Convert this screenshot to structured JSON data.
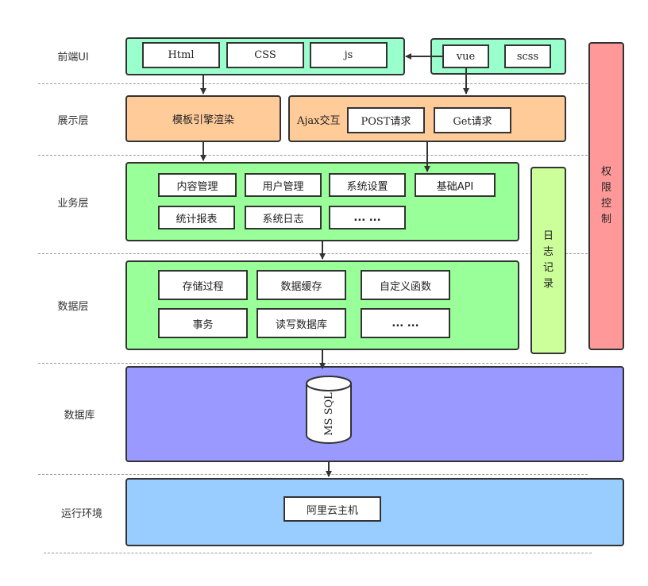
{
  "layers": {
    "frontend": "前端UI",
    "presentation": "展示层",
    "business": "业务层",
    "data": "数据层",
    "database": "数据库",
    "runtime": "运行环境"
  },
  "frontend": {
    "left_items": [
      "Html",
      "CSS",
      "js"
    ],
    "right_items": [
      "vue",
      "scss"
    ]
  },
  "presentation": {
    "template": "模板引擎渲染",
    "ajax": "Ajax交互",
    "requests": [
      "POST请求",
      "Get请求"
    ]
  },
  "business": {
    "row1": [
      "内容管理",
      "用户管理",
      "系统设置",
      "基础API"
    ],
    "row2": [
      "统计报表",
      "系统日志",
      "... ..."
    ]
  },
  "data": {
    "row1": [
      "存储过程",
      "数据缓存",
      "自定义函数"
    ],
    "row2": [
      "事务",
      "读写数据库",
      "... ..."
    ]
  },
  "database": {
    "db": "MS SQL"
  },
  "runtime": {
    "host": "阿里云主机"
  },
  "side": {
    "log": [
      "日",
      "志",
      "记",
      "录"
    ],
    "auth": [
      "权",
      "限",
      "控",
      "制"
    ]
  },
  "colors": {
    "frontend": "#99ffcc",
    "presentation": "#ffcc99",
    "business": "#99ff99",
    "database": "#9999ff",
    "runtime": "#99ccff",
    "log": "#ccff99",
    "auth": "#ff9999"
  }
}
